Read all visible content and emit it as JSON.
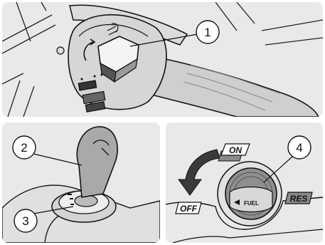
{
  "callouts": {
    "c1": "1",
    "c2": "2",
    "c3": "3",
    "c4": "4"
  },
  "fuel_tap": {
    "on_label": "ON",
    "off_label": "OFF",
    "res_label": "RES",
    "knob_label": "FUEL"
  },
  "colors": {
    "panel_bg": "#e9e9e9",
    "line": "#111111",
    "tag_gray": "#8a8a8a"
  }
}
